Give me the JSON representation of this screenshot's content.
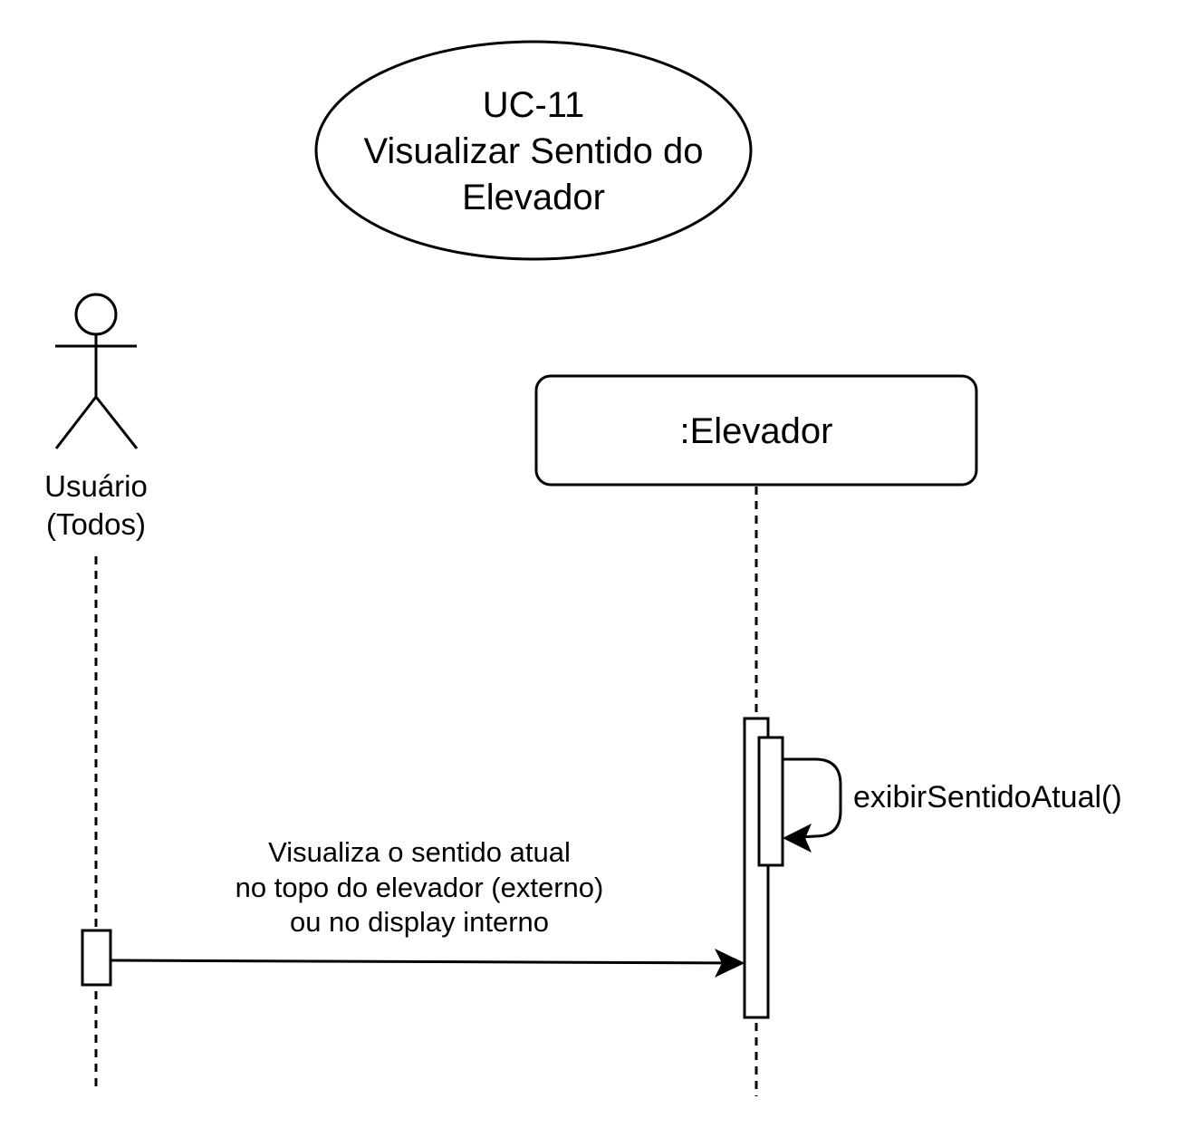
{
  "use_case": {
    "lines": [
      "UC-11",
      "Visualizar Sentido do",
      "Elevador"
    ]
  },
  "actor": {
    "lines": [
      "Usuário",
      "(Todos)"
    ]
  },
  "object": {
    "label": ":Elevador"
  },
  "messages": {
    "main": {
      "lines": [
        "Visualiza o sentido atual",
        "no topo do elevador (externo)",
        "ou no display interno"
      ]
    },
    "self": {
      "label": "exibirSentidoAtual()"
    }
  }
}
